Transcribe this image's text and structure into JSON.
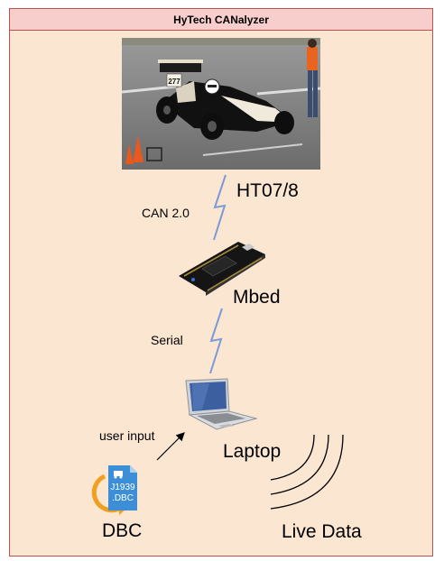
{
  "title": "HyTech CANalyzer",
  "nodes": {
    "car": {
      "label": "HT07/8",
      "number_plate": "277"
    },
    "mbed": {
      "label": "Mbed"
    },
    "laptop": {
      "label": "Laptop"
    },
    "dbc": {
      "label": "DBC",
      "file_label_line1": "J1939",
      "file_label_line2": ".DBC"
    },
    "live": {
      "label": "Live Data"
    }
  },
  "edges": {
    "car_to_mbed": "CAN 2.0",
    "mbed_to_laptop": "Serial",
    "dbc_to_laptop": "user input"
  },
  "colors": {
    "container_fill": "#fbe6d2",
    "title_fill": "#f8cecc",
    "border": "#c0504d",
    "link": "#7b9ad6"
  }
}
